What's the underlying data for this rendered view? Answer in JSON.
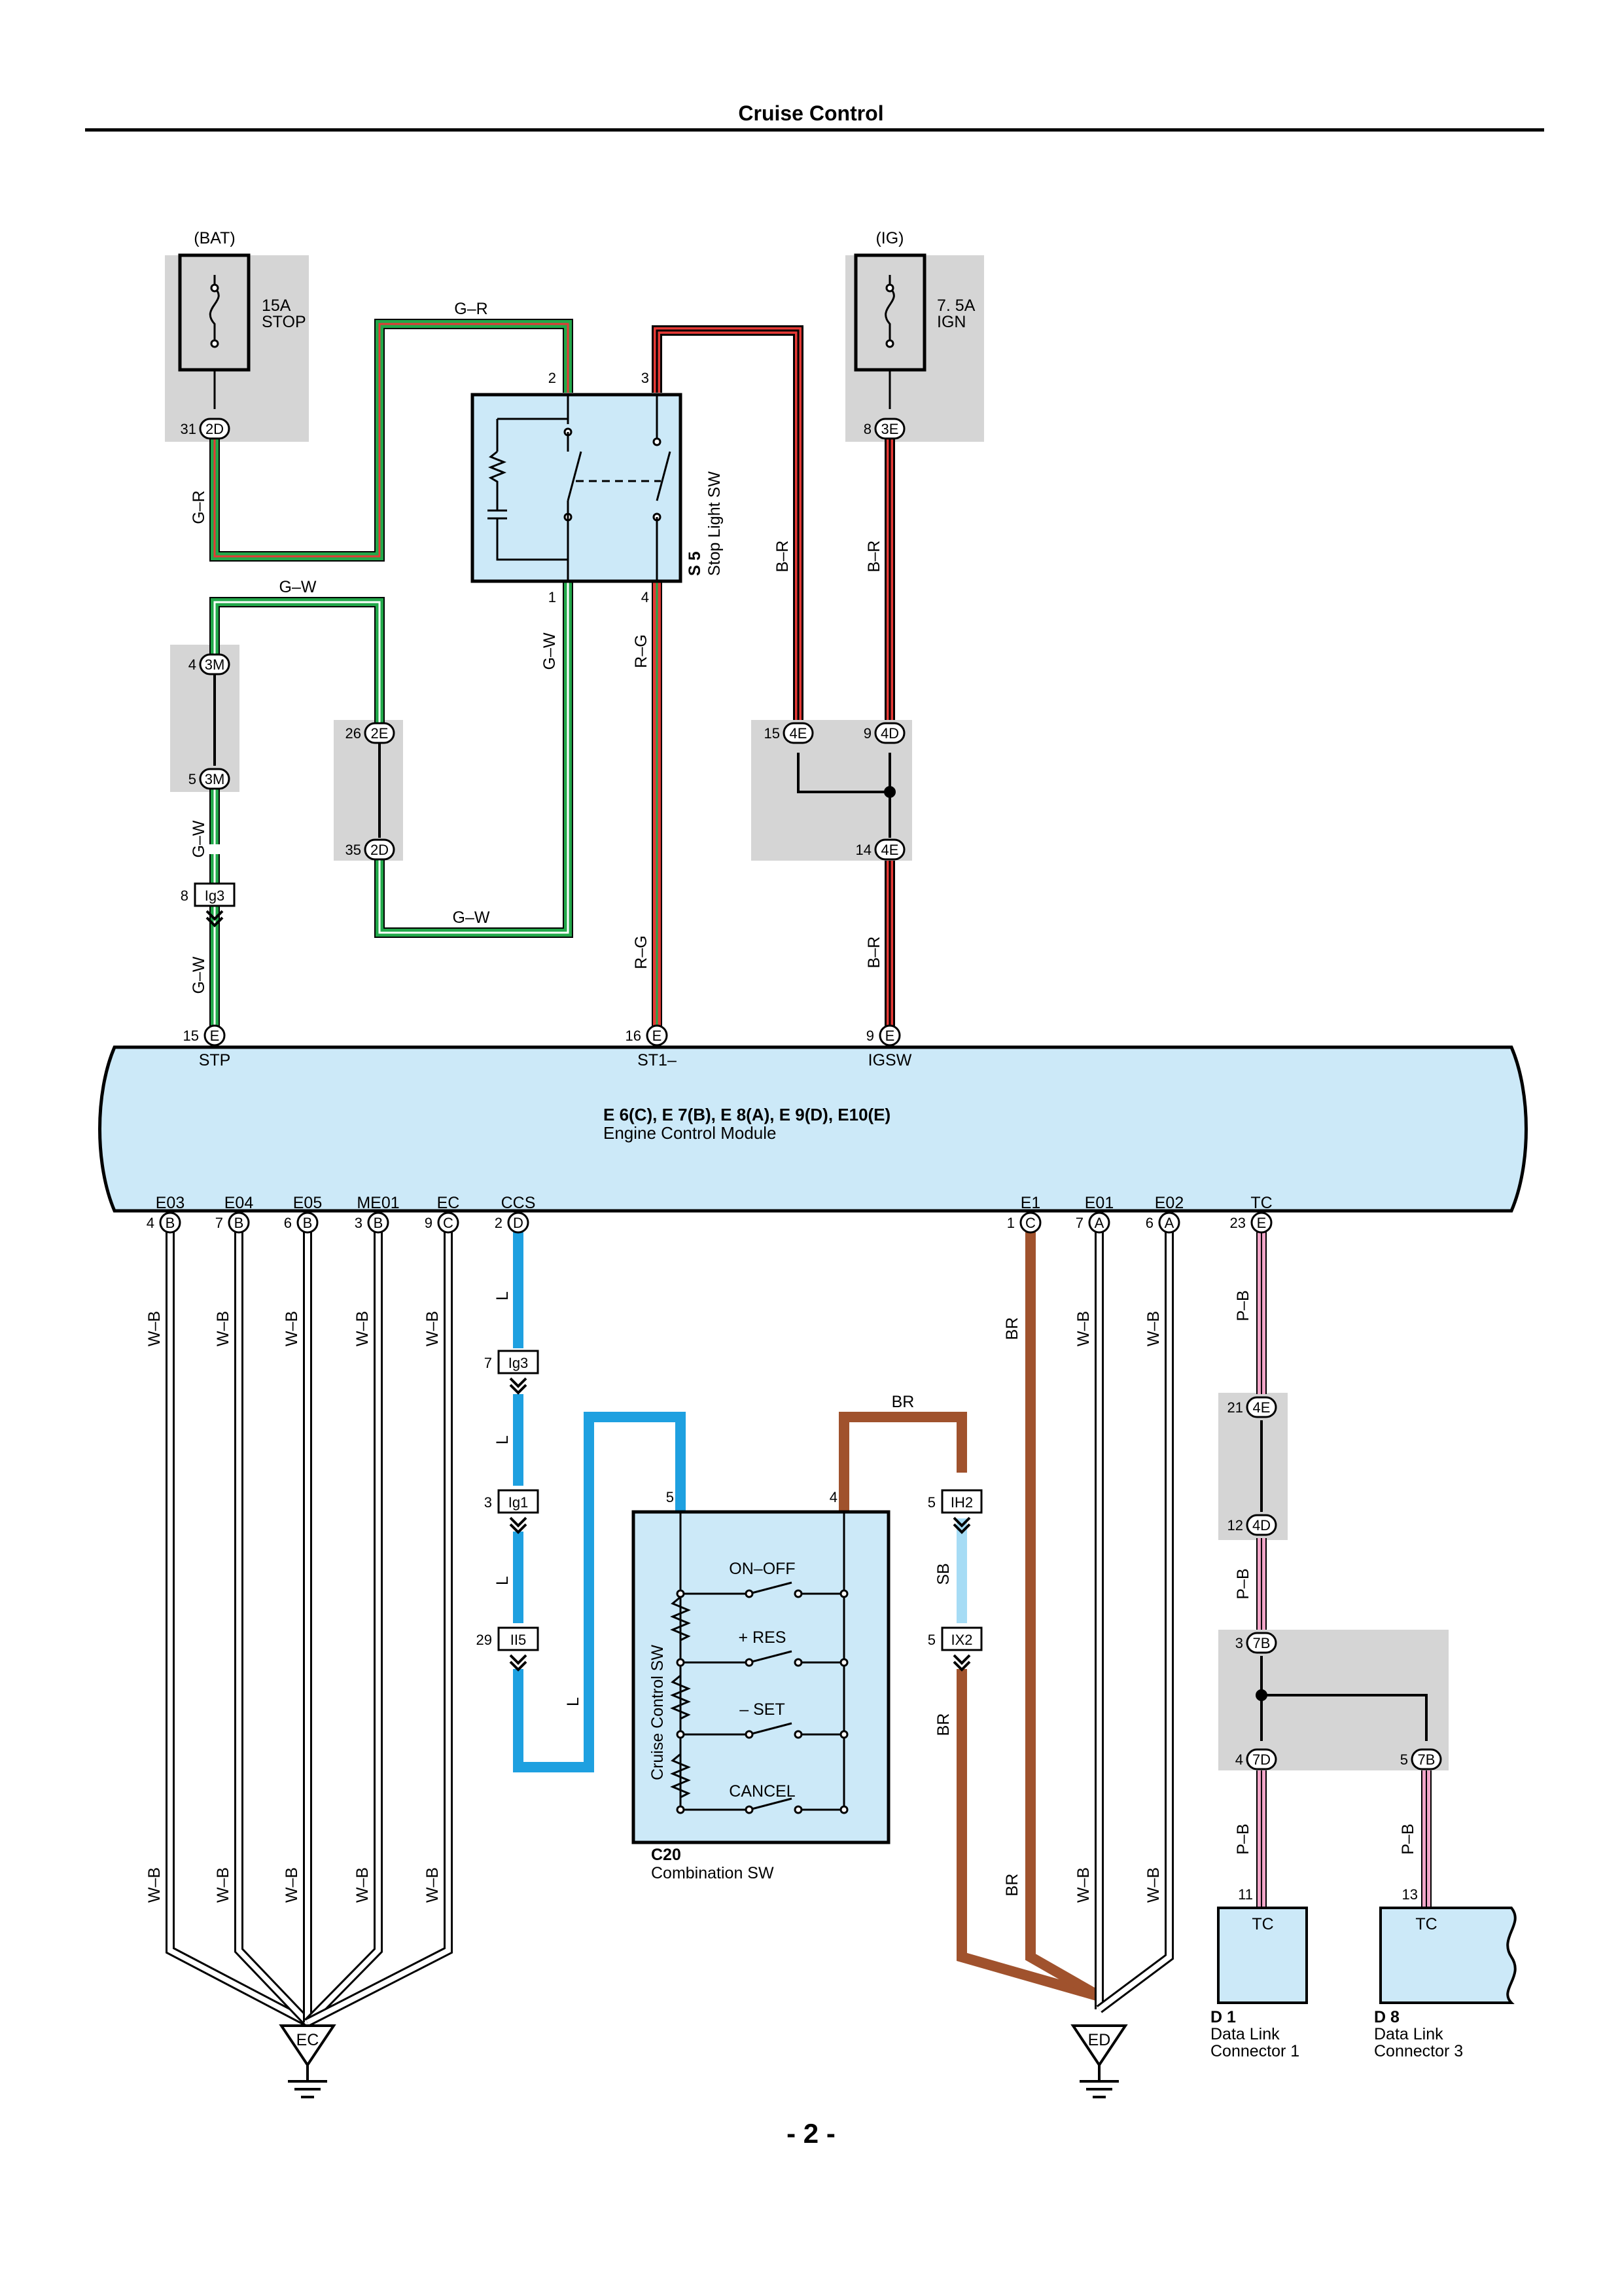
{
  "page": {
    "title": "Cruise Control",
    "page_number": "- 2 -"
  },
  "colors": {
    "green": "#22a84a",
    "red": "#e53935",
    "black": "#000000",
    "white": "#ffffff",
    "blue": "#1ea0e0",
    "light_blue": "#a6dcf5",
    "brown": "#a0522d",
    "pink": "#f2a5c8",
    "component_fill": "#cce9f8",
    "junction_fill": "#d5d5d5"
  },
  "power": {
    "bat": {
      "label": "(BAT)",
      "fuse": "15A\nSTOP",
      "fuse_line1": "15A",
      "fuse_line2": "STOP",
      "pin": "31",
      "connector": "2D"
    },
    "ig": {
      "label": "(IG)",
      "fuse_line1": "7. 5A",
      "fuse_line2": "IGN",
      "pin": "8",
      "connector": "3E"
    }
  },
  "stop_light_sw": {
    "id": "S 5",
    "name": "Stop Light SW",
    "pins": [
      "2",
      "3",
      "1",
      "4"
    ]
  },
  "wires": {
    "g_r": "G–R",
    "g_w": "G–W",
    "r_g": "R–G",
    "b_r": "B–R",
    "l": "L",
    "br": "BR",
    "sb": "SB",
    "w_b": "W–B",
    "p_b": "P–B"
  },
  "junctions": {
    "j3m_top": {
      "pin": "4",
      "connector": "3M"
    },
    "j3m_bot": {
      "pin": "5",
      "connector": "3M"
    },
    "j2e": {
      "pin": "26",
      "connector": "2E"
    },
    "j2d": {
      "pin": "35",
      "connector": "2D"
    },
    "j4e_top": {
      "pin": "15",
      "connector": "4E"
    },
    "j4d_top": {
      "pin": "9",
      "connector": "4D"
    },
    "j4e_bot": {
      "pin": "14",
      "connector": "4E"
    },
    "ig3_top": {
      "pin": "8",
      "connector": "Ig3"
    },
    "ig3_mid": {
      "pin": "7",
      "connector": "Ig3"
    },
    "ig1": {
      "pin": "3",
      "connector": "Ig1"
    },
    "ii5": {
      "pin": "29",
      "connector": "II5"
    },
    "ih2": {
      "pin": "5",
      "connector": "IH2"
    },
    "ix2": {
      "pin": "5",
      "connector": "IX2"
    },
    "j4e_tc": {
      "pin": "21",
      "connector": "4E"
    },
    "j4d_tc": {
      "pin": "12",
      "connector": "4D"
    },
    "j7b_top": {
      "pin": "3",
      "connector": "7B"
    },
    "j7d": {
      "pin": "4",
      "connector": "7D"
    },
    "j7b_right": {
      "pin": "5",
      "connector": "7B"
    }
  },
  "ecm": {
    "title": "E 6(C), E 7(B), E 8(A), E 9(D), E10(E)",
    "name": "Engine Control Module",
    "top_terminals": [
      {
        "pin": "15",
        "conn": "E",
        "name": "STP"
      },
      {
        "pin": "16",
        "conn": "E",
        "name": "ST1–"
      },
      {
        "pin": "9",
        "conn": "E",
        "name": "IGSW"
      }
    ],
    "bottom_terminals": [
      {
        "pin": "4",
        "conn": "B",
        "name": "E03"
      },
      {
        "pin": "7",
        "conn": "B",
        "name": "E04"
      },
      {
        "pin": "6",
        "conn": "B",
        "name": "E05"
      },
      {
        "pin": "3",
        "conn": "B",
        "name": "ME01"
      },
      {
        "pin": "9",
        "conn": "C",
        "name": "EC"
      },
      {
        "pin": "2",
        "conn": "D",
        "name": "CCS"
      },
      {
        "pin": "1",
        "conn": "C",
        "name": "E1"
      },
      {
        "pin": "7",
        "conn": "A",
        "name": "E01"
      },
      {
        "pin": "6",
        "conn": "A",
        "name": "E02"
      },
      {
        "pin": "23",
        "conn": "E",
        "name": "TC"
      }
    ]
  },
  "combination_sw": {
    "id": "C20",
    "name": "Combination SW",
    "inner_label": "Cruise Control SW",
    "pins": [
      "5",
      "4"
    ],
    "switches": [
      "ON–OFF",
      "+ RES",
      "– SET",
      "CANCEL"
    ]
  },
  "grounds": {
    "ec": "EC",
    "ed": "ED"
  },
  "dlc": [
    {
      "pin": "11",
      "terminal": "TC",
      "id": "D 1",
      "name_line1": "Data Link",
      "name_line2": "Connector 1"
    },
    {
      "pin": "13",
      "terminal": "TC",
      "id": "D 8",
      "name_line1": "Data Link",
      "name_line2": "Connector 3"
    }
  ]
}
